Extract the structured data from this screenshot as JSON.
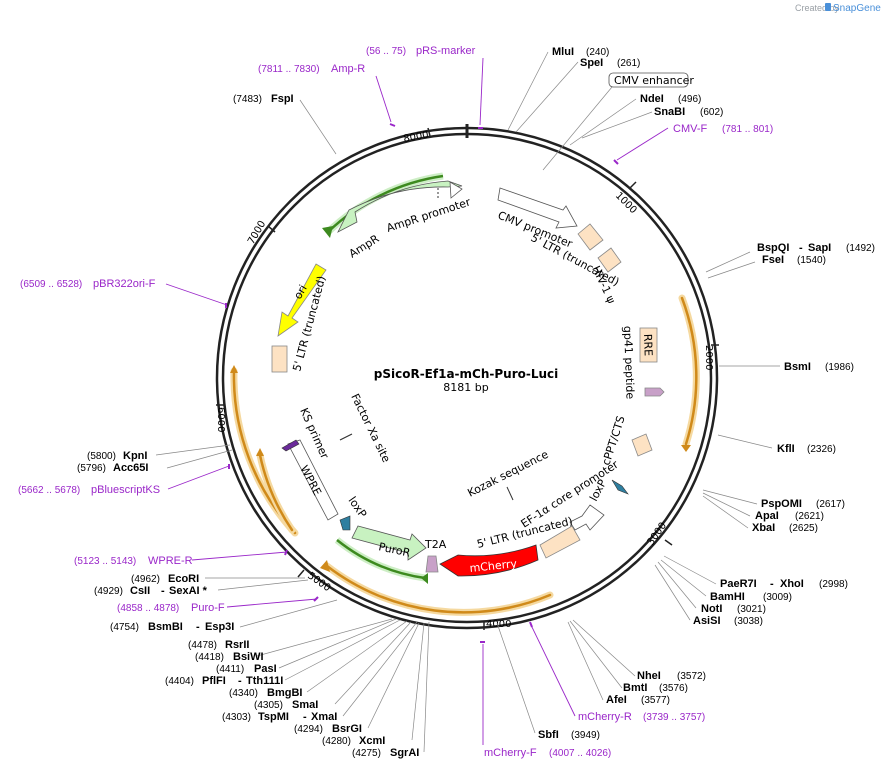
{
  "watermark": {
    "created_by": "Created by",
    "brand": "SnapGene"
  },
  "plasmid": {
    "name": "pSicoR-Ef1a-mCh-Puro-Luci",
    "length": "8181 bp"
  },
  "ticks": [
    "1000",
    "2000",
    "3000",
    "4000",
    "5000",
    "6000",
    "7000",
    "8000"
  ],
  "features": {
    "cmv_enhancer": "CMV enhancer",
    "cmv_promoter": "CMV promoter",
    "ltr5_trunc_top": "5' LTR (truncated)",
    "hiv_psi": "HIV-1 ψ",
    "rre": "RRE",
    "gp41": "gp41 peptide",
    "cppt": "cPPT/CTS",
    "loxp_right": "loxP",
    "ef1a": "EF-1α core promoter",
    "kozak": "Kozak sequence",
    "ltr5_trunc_bottom": "5' LTR (truncated)",
    "mcherry": "mCherry",
    "t2a": "T2A",
    "puror": "PuroR",
    "loxp_left": "loxP",
    "wpre": "WPRE",
    "ks_primer": "KS primer",
    "factor_xa": "Factor Xa site",
    "ltr5_trunc_left": "5' LTR (truncated)",
    "ori": "ori",
    "ampr": "AmpR",
    "ampr_promoter": "AmpR promoter"
  },
  "enzymes": [
    {
      "name": "MluI",
      "pos": "(240)"
    },
    {
      "name": "SpeI",
      "pos": "(261)"
    },
    {
      "name": "NdeI",
      "pos": "(496)"
    },
    {
      "name": "SnaBI",
      "pos": "(602)"
    },
    {
      "name": "BspQI",
      "name2": "SapI",
      "pos": "(1492)"
    },
    {
      "name": "FseI",
      "pos": "(1540)"
    },
    {
      "name": "BsmI",
      "pos": "(1986)"
    },
    {
      "name": "KflI",
      "pos": "(2326)"
    },
    {
      "name": "PspOMI",
      "pos": "(2617)"
    },
    {
      "name": "ApaI",
      "pos": "(2621)"
    },
    {
      "name": "XbaI",
      "pos": "(2625)"
    },
    {
      "name": "PaeR7I",
      "name2": "XhoI",
      "pos": "(2998)"
    },
    {
      "name": "BamHI",
      "pos": "(3009)"
    },
    {
      "name": "NotI",
      "pos": "(3021)"
    },
    {
      "name": "AsiSI",
      "pos": "(3038)"
    },
    {
      "name": "NheI",
      "pos": "(3572)"
    },
    {
      "name": "BmtI",
      "pos": "(3576)"
    },
    {
      "name": "AfeI",
      "pos": "(3577)"
    },
    {
      "name": "SbfI",
      "pos": "(3949)"
    },
    {
      "name": "SgrAI",
      "pos": "(4275)"
    },
    {
      "name": "XcmI",
      "pos": "(4280)"
    },
    {
      "name": "BsrGI",
      "pos": "(4294)"
    },
    {
      "name": "TspMI",
      "name2": "XmaI",
      "pos": "(4303)"
    },
    {
      "name": "SmaI",
      "pos": "(4305)"
    },
    {
      "name": "BmgBI",
      "pos": "(4340)"
    },
    {
      "name": "PflFI",
      "name2": "Tth111I",
      "pos": "(4404)"
    },
    {
      "name": "PasI",
      "pos": "(4411)"
    },
    {
      "name": "BsiWI",
      "pos": "(4418)"
    },
    {
      "name": "RsrII",
      "pos": "(4478)"
    },
    {
      "name": "BsmBI",
      "name2": "Esp3I",
      "pos": "(4754)"
    },
    {
      "name": "CsII",
      "name2": "SexAI *",
      "pos": "(4929)"
    },
    {
      "name": "EcoRI",
      "pos": "(4962)"
    },
    {
      "name": "Acc65I",
      "pos": "(5796)"
    },
    {
      "name": "KpnI",
      "pos": "(5800)"
    },
    {
      "name": "FspI",
      "pos": "(7483)"
    }
  ],
  "primers": [
    {
      "name": "pRS-marker",
      "pos": "(56 .. 75)"
    },
    {
      "name": "Amp-R",
      "pos": "(7811 .. 7830)"
    },
    {
      "name": "CMV-F",
      "pos": "(781 .. 801)"
    },
    {
      "name": "pBR322ori-F",
      "pos": "(6509 .. 6528)"
    },
    {
      "name": "pBluescriptKS",
      "pos": "(5662 .. 5678)"
    },
    {
      "name": "WPRE-R",
      "pos": "(5123 .. 5143)"
    },
    {
      "name": "Puro-F",
      "pos": "(4858 .. 4878)"
    },
    {
      "name": "mCherry-R",
      "pos": "(3739 .. 3757)"
    },
    {
      "name": "mCherry-F",
      "pos": "(4007 .. 4026)"
    }
  ]
}
